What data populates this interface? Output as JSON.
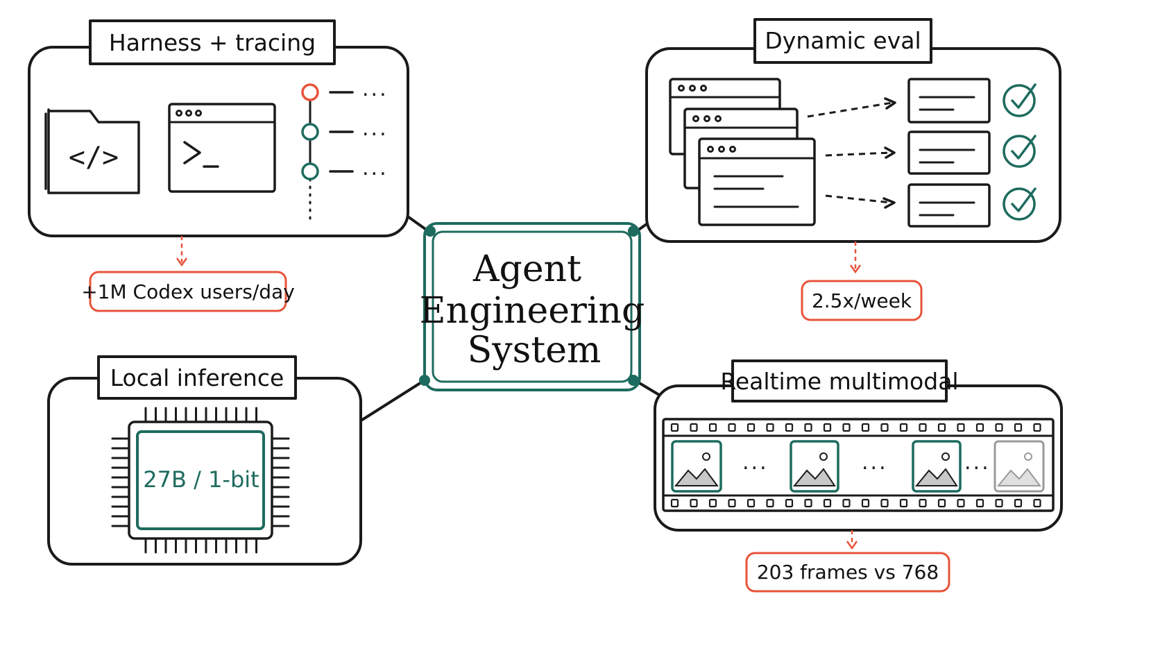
{
  "center": {
    "lines": [
      "Agent",
      "Engineering",
      "System"
    ]
  },
  "panels": {
    "harness": {
      "title": "Harness + tracing",
      "stat": "+1M Codex users/day"
    },
    "eval": {
      "title": "Dynamic eval",
      "stat": "2.5x/week"
    },
    "local": {
      "title": "Local inference",
      "chip_label": "27B / 1-bit"
    },
    "realtime": {
      "title": "Realtime multimodal",
      "stat": "203 frames vs 768"
    }
  },
  "icons": {
    "harness": [
      "folder-code-icon",
      "terminal-window-icon",
      "trace-timeline-icon"
    ],
    "eval": [
      "stacked-windows-icon",
      "dashed-arrow-icon",
      "result-card-icon",
      "check-circle-icon"
    ],
    "local": [
      "cpu-chip-icon"
    ],
    "realtime": [
      "film-strip-icon",
      "image-frame-icon"
    ]
  },
  "colors": {
    "ink": "#1a1a1a",
    "teal": "#1d6b5e",
    "accent_orange": "#e8533a",
    "faded_gray": "#9a9a9a"
  }
}
